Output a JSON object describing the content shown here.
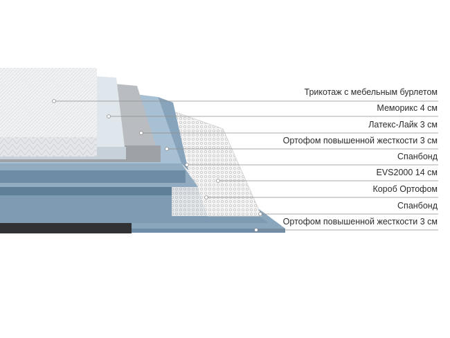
{
  "diagram": {
    "layers": [
      {
        "label": "Трикотаж с мебельным бурлетом"
      },
      {
        "label": "Мемор­икс 4 см"
      },
      {
        "label": "Латекс-Лайк 3 см"
      },
      {
        "label": "Ортофом повышенной жесткости 3 см"
      },
      {
        "label": "Спанбонд"
      },
      {
        "label": "EVS2000 14 см"
      },
      {
        "label": "Короб Ортофом"
      },
      {
        "label": "Спанбонд"
      },
      {
        "label": "Ортофом повышенной жесткости 3 см"
      }
    ]
  }
}
